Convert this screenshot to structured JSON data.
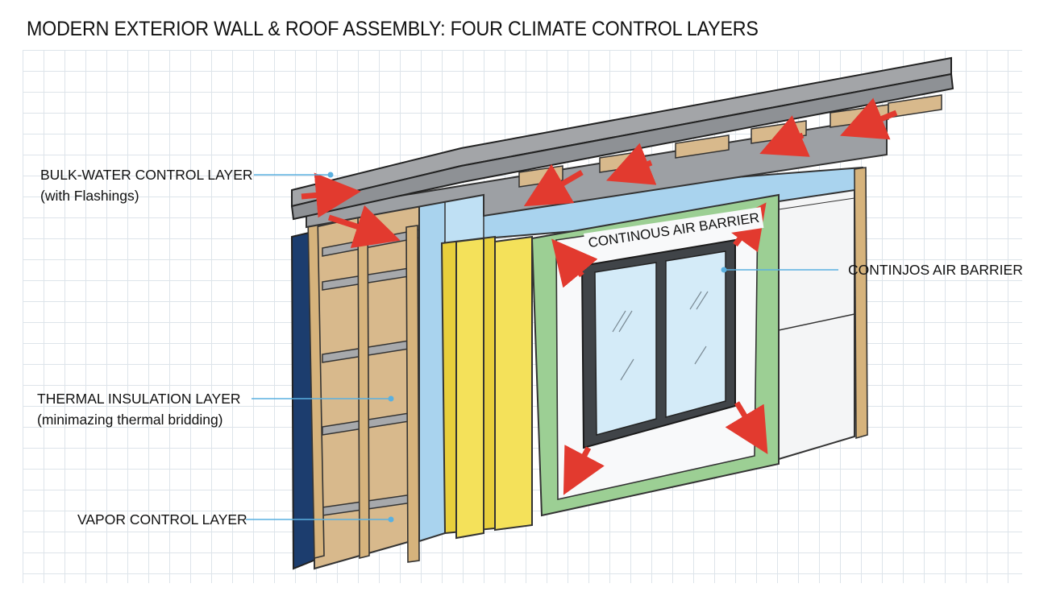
{
  "title": "MODERN EXTERIOR WALL & ROOF ASSEMBLY: FOUR CLIMATE CONTROL LAYERS",
  "callouts": {
    "bulk_water": {
      "line1": "BULK-WATER CONTROL LAYER",
      "line2": "(with Flashings)"
    },
    "thermal": {
      "line1": "THERMAL INSULATION LAYER",
      "line2": "(minimazing thermal bridding)"
    },
    "vapor": {
      "line1": "VAPOR CONTROL LAYER"
    },
    "air_barrier_right": {
      "line1": "CONTINJOS AIR BARRIER"
    },
    "air_barrier_window": {
      "line1": "CONTINOUS AIR BARRIER"
    }
  },
  "colors": {
    "leader_line": "#5ab0e0",
    "arrow": "#e23a2f",
    "vapor_membrane": "#1c3d6e",
    "sheathing": "#d8b98c",
    "air_barrier": "#a9d3ee",
    "insulation": "#f4e15a",
    "flashing_green": "#9ccf94",
    "roof_metal": "#a3a5a8"
  }
}
